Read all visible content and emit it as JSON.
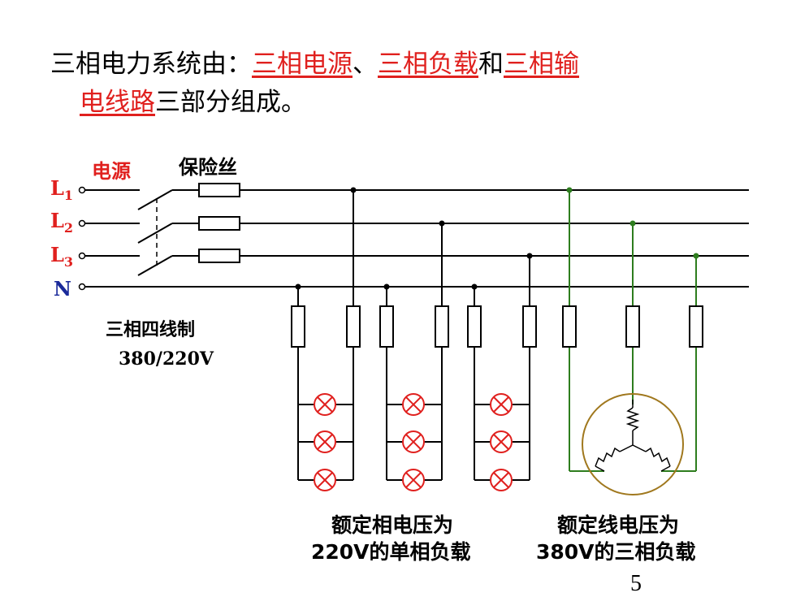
{
  "title": {
    "prefix": "三相电力系统由：",
    "source": "三相电源",
    "sep1": "、",
    "load": "三相负载",
    "and": "和",
    "line_a": "三相输",
    "line_b": "电线路",
    "suffix": "三部分组成。"
  },
  "diagram": {
    "power_label": "电源",
    "fuse_label": "保险丝",
    "system_label_1": "三相四线制",
    "system_label_2": "380/220V",
    "lines": {
      "L1": {
        "letter": "L",
        "sub": "1"
      },
      "L2": {
        "letter": "L",
        "sub": "2"
      },
      "L3": {
        "letter": "L",
        "sub": "3"
      },
      "N": "N"
    },
    "single_phase_caption_1": "额定相电压为",
    "single_phase_caption_2": "220V的单相负载",
    "three_phase_caption_1": "额定线电压为",
    "three_phase_caption_2": "380V的三相负载"
  },
  "page_number": "5",
  "colors": {
    "accent_red": "#e0201e",
    "neutral_blue": "#1a2a9a",
    "three_phase_green": "#2e7d1e",
    "motor_circle": "#a0781e"
  }
}
